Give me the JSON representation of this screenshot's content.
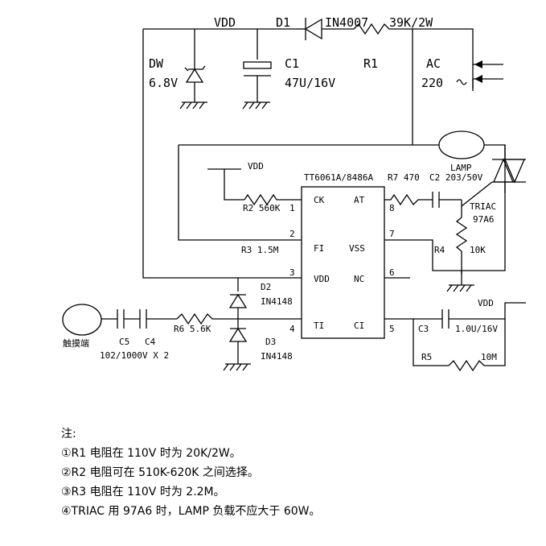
{
  "labels": {
    "vdd_top": "VDD",
    "d1": "D1",
    "in4007": "IN4007",
    "r1_value": "39K/2W",
    "dw": "DW",
    "dw_value": "6.8V",
    "c1": "C1",
    "c1_value": "47U/16V",
    "r1": "R1",
    "ac": "AC",
    "ac_value": "220",
    "lamp": "LAMP",
    "vdd_ic": "VDD",
    "ic_name": "TT6061A/8486A",
    "r7": "R7 470",
    "c2": "C2 203/50V",
    "triac": "TRIAC",
    "triac_value": "97A6",
    "r2": "R2 560K",
    "r3": "R3  1.5M",
    "r4": "R4",
    "r4_value": "10K",
    "d2": "D2",
    "d2_value": "IN4148",
    "d3": "D3",
    "d3_value": "IN4148",
    "vdd_right": "VDD",
    "c3": "C3",
    "c3_value": "1.0U/16V",
    "r5": "R5",
    "r5_value": "10M",
    "r6": "R6  5.6K",
    "c5": "C5",
    "c4": "C4",
    "c45_value": "102/1000V X 2",
    "touch": "触摸端"
  },
  "ic_pins": {
    "p1": "1",
    "p2": "2",
    "p3": "3",
    "p4": "4",
    "p5": "5",
    "p6": "6",
    "p7": "7",
    "p8": "8",
    "ck": "CK",
    "fi": "FI",
    "vdd": "VDD",
    "ti": "TI",
    "at": "AT",
    "vss": "VSS",
    "nc": "NC",
    "ci": "CI"
  },
  "notes": {
    "title": "注:",
    "items": [
      "①R1 电阻在 110V 时为 20K/2W。",
      "②R2 电阻可在 510K-620K 之间选择。",
      "③R3 电阻在 110V 时为 2.2M。",
      "④TRIAC 用 97A6 时，LAMP 负载不应大于 60W。"
    ]
  }
}
